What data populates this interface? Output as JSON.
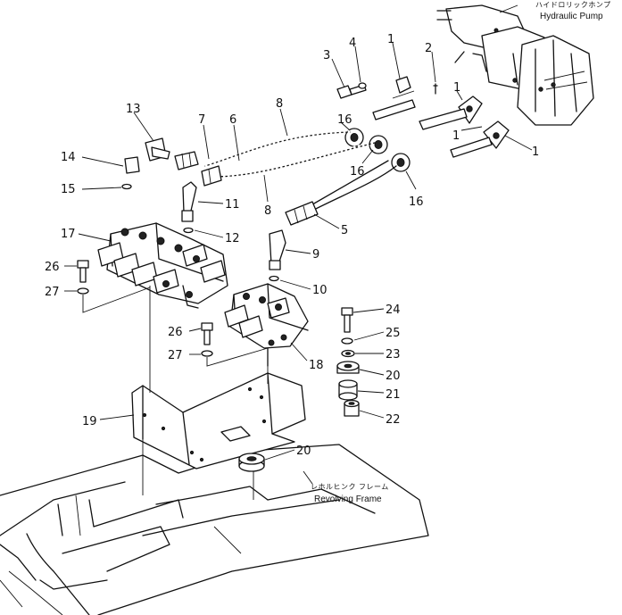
{
  "labels": {
    "pump_jp": "ハイドロリックホンプ",
    "pump_en": "Hydraulic Pump",
    "frame_jp": "レホルヒンク フレーム",
    "frame_en": "Revolving Frame"
  },
  "callouts": [
    {
      "id": "c1a",
      "text": "1"
    },
    {
      "id": "c2",
      "text": "2"
    },
    {
      "id": "c3",
      "text": "3"
    },
    {
      "id": "c4",
      "text": "4"
    },
    {
      "id": "c1b",
      "text": "1"
    },
    {
      "id": "c1c",
      "text": "1"
    },
    {
      "id": "c1d",
      "text": "1"
    },
    {
      "id": "c16a",
      "text": "16"
    },
    {
      "id": "c16b",
      "text": "16"
    },
    {
      "id": "c16c",
      "text": "16"
    },
    {
      "id": "c13",
      "text": "13"
    },
    {
      "id": "c7",
      "text": "7"
    },
    {
      "id": "c6",
      "text": "6"
    },
    {
      "id": "c8a",
      "text": "8"
    },
    {
      "id": "c8b",
      "text": "8"
    },
    {
      "id": "c14",
      "text": "14"
    },
    {
      "id": "c15",
      "text": "15"
    },
    {
      "id": "c11",
      "text": "11"
    },
    {
      "id": "c5",
      "text": "5"
    },
    {
      "id": "c12",
      "text": "12"
    },
    {
      "id": "c17",
      "text": "17"
    },
    {
      "id": "c9",
      "text": "9"
    },
    {
      "id": "c26a",
      "text": "26"
    },
    {
      "id": "c27a",
      "text": "27"
    },
    {
      "id": "c10",
      "text": "10"
    },
    {
      "id": "c24",
      "text": "24"
    },
    {
      "id": "c25",
      "text": "25"
    },
    {
      "id": "c26b",
      "text": "26"
    },
    {
      "id": "c23",
      "text": "23"
    },
    {
      "id": "c27b",
      "text": "27"
    },
    {
      "id": "c18",
      "text": "18"
    },
    {
      "id": "c20a",
      "text": "20"
    },
    {
      "id": "c21",
      "text": "21"
    },
    {
      "id": "c22",
      "text": "22"
    },
    {
      "id": "c19",
      "text": "19"
    },
    {
      "id": "c20b",
      "text": "20"
    }
  ]
}
